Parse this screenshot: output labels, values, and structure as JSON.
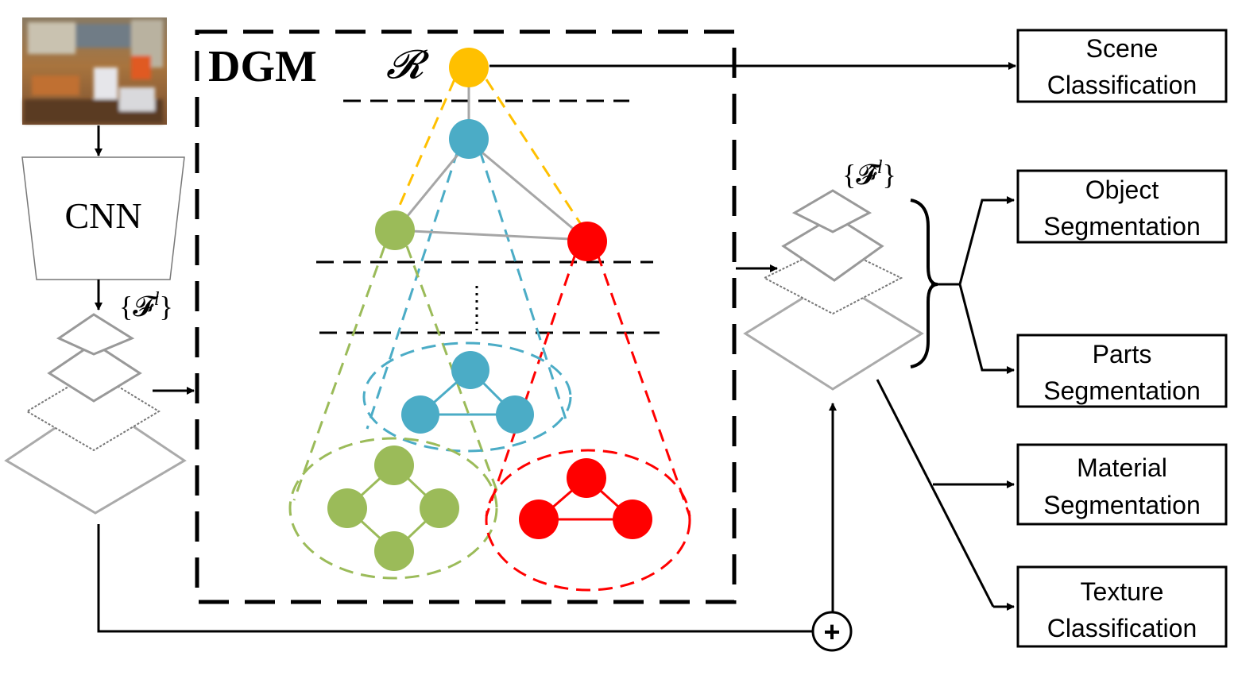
{
  "input": {
    "image_icon": "blurred-indoor-scene-photo",
    "cnn_label": "CNN",
    "features_label": "{𝓕",
    "features_sup": "l",
    "features_close": "}"
  },
  "dgm": {
    "title": "DGM",
    "root_label": "𝓡"
  },
  "refined": {
    "label": "{𝓕̂",
    "label_sup": "l",
    "label_close": "}"
  },
  "tasks": [
    {
      "line1": "Scene",
      "line2": "Classification"
    },
    {
      "line1": "Object",
      "line2": "Segmentation"
    },
    {
      "line1": "Parts",
      "line2": "Segmentation"
    },
    {
      "line1": "Material",
      "line2": "Segmentation"
    },
    {
      "line1": "Texture",
      "line2": "Classification"
    }
  ],
  "sum_symbol": "+",
  "colors": {
    "root": "#FFC000",
    "blue": "#4BACC6",
    "green": "#9BBB59",
    "red": "#FF0000",
    "edge_gray": "#A6A6A6",
    "black": "#000000"
  }
}
